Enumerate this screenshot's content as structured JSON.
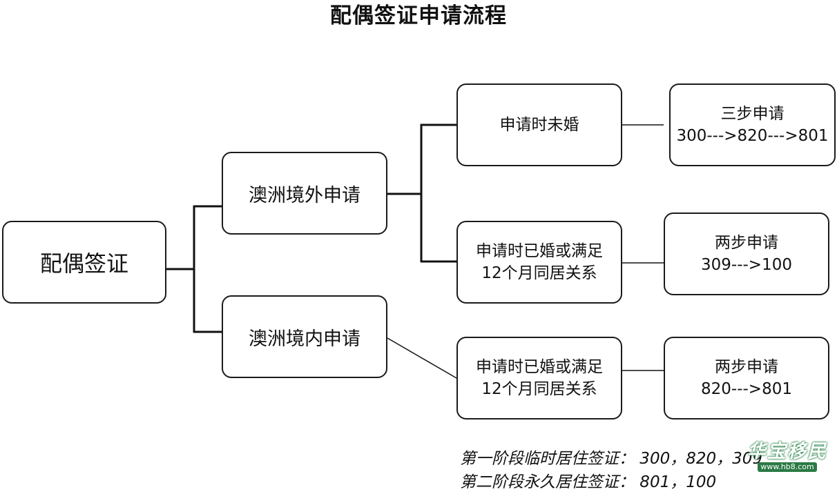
{
  "title": "配偶签证申请流程",
  "nodes": {
    "root": {
      "lines": [
        "配偶签证"
      ]
    },
    "offshore": {
      "lines": [
        "澳洲境外申请"
      ]
    },
    "onshore": {
      "lines": [
        "澳洲境内申请"
      ]
    },
    "unmarried": {
      "lines": [
        "申请时未婚"
      ]
    },
    "married_offshore": {
      "lines": [
        "申请时已婚或满足",
        "12个月同居关系"
      ]
    },
    "married_onshore": {
      "lines": [
        "申请时已婚或满足",
        "12个月同居关系"
      ]
    },
    "three_step": {
      "lines": [
        "三步申请",
        "300--->820--->801"
      ]
    },
    "two_step_offshore": {
      "lines": [
        "两步申请",
        "309--->100"
      ]
    },
    "two_step_onshore": {
      "lines": [
        "两步申请",
        "820--->801"
      ]
    }
  },
  "notes": [
    "第一阶段临时居住签证： 300，820，309",
    "第二阶段永久居住签证： 801，100"
  ],
  "watermark": {
    "text": "华宝移民",
    "url": "www.hb8.com"
  }
}
